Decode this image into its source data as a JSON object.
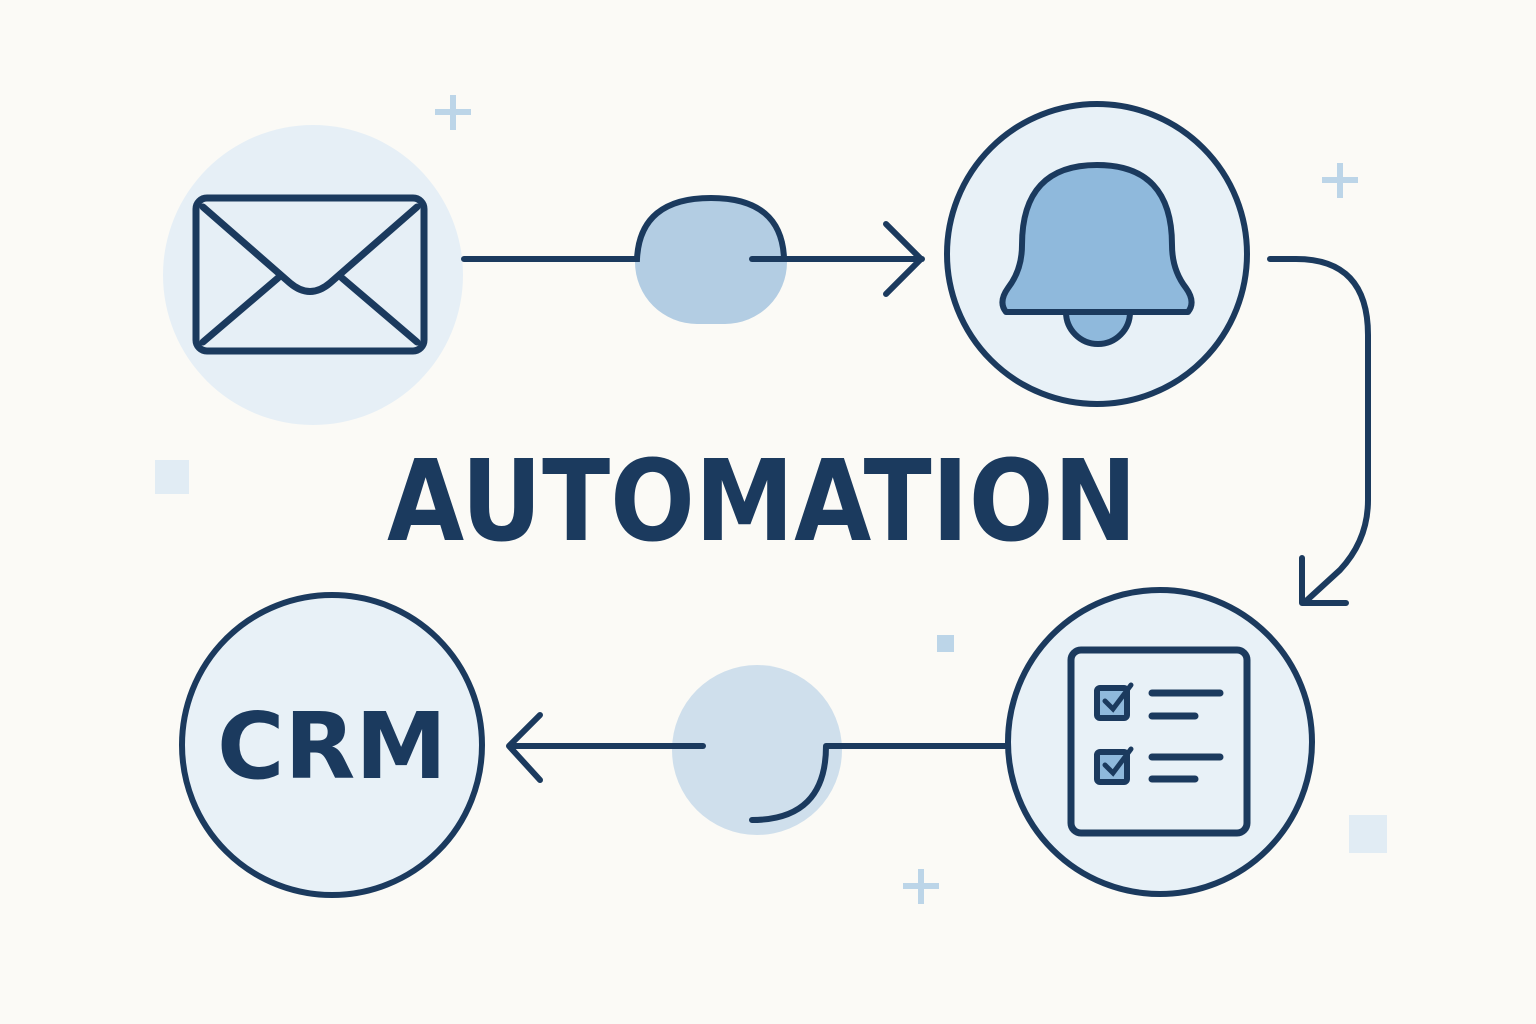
{
  "title": "AUTOMATION",
  "nodes": [
    {
      "id": "email",
      "icon": "envelope-icon"
    },
    {
      "id": "notification",
      "icon": "bell-icon"
    },
    {
      "id": "task-list",
      "icon": "checklist-icon"
    },
    {
      "id": "crm",
      "label": "CRM"
    }
  ],
  "colors": {
    "navy": "#1b3a5e",
    "light": "#e7f0f6",
    "mid": "#8fb9dc",
    "blob": "#b3cde3",
    "background": "#fbfaf6"
  }
}
